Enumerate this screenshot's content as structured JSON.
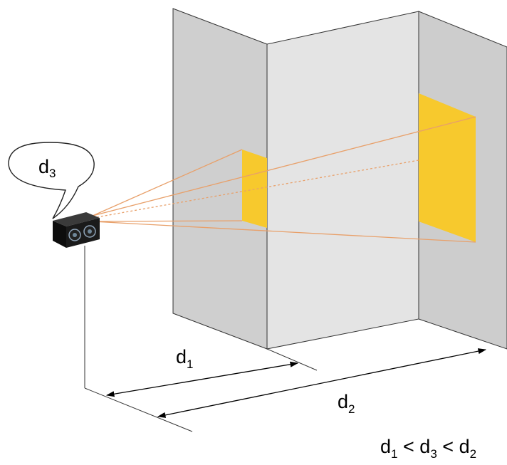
{
  "labels": {
    "bubble": {
      "main": "d",
      "sub": "3"
    },
    "d1": {
      "main": "d",
      "sub": "1"
    },
    "d2": {
      "main": "d",
      "sub": "2"
    },
    "relation": [
      {
        "main": "d",
        "sub": "1"
      },
      {
        "sep": " < "
      },
      {
        "main": "d",
        "sub": "3"
      },
      {
        "sep": " < "
      },
      {
        "main": "d",
        "sub": "2"
      }
    ]
  },
  "colors": {
    "wall_light": "#e6e6e6",
    "wall_dark": "#c9c9c9",
    "spot": "#f7c92d",
    "beam": "#e8a06a",
    "outline": "#333333"
  }
}
